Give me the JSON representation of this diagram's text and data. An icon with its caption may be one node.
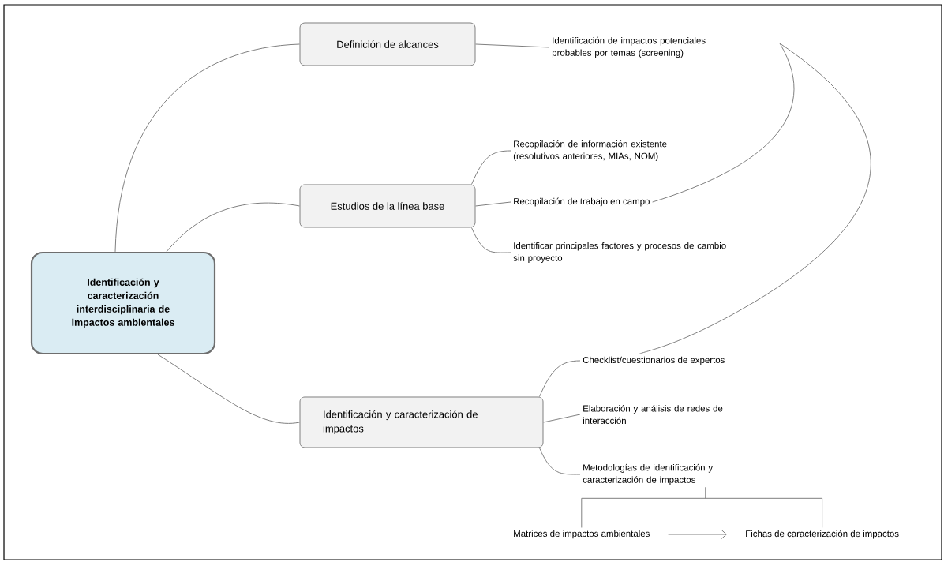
{
  "diagram": {
    "nodes": [
      {
        "text": [
          "Identificación y caracterización interdisciplinaria de impactos ambientales"
        ]
      },
      {
        "text": [
          "Definición de alcances"
        ]
      },
      {
        "text": [
          "Estudios de la línea base"
        ]
      },
      {
        "text": [
          "Identificación y caracterización de impactos"
        ]
      },
      {
        "text": [
          "Identificación de impactos potenciales probables por temas (screening)"
        ]
      },
      {
        "text": [
          "Recopilación de información existente (resolutivos anteriores, MIAs, NOM)"
        ]
      },
      {
        "text": [
          "Recopilación de trabajo en campo"
        ]
      },
      {
        "text": [
          "Identificar principales factores y procesos de cambio sin proyecto"
        ]
      },
      {
        "text": [
          "Checklist/cuestionarios de expertos"
        ]
      },
      {
        "text": [
          "Elaboración y análisis de redes de interacción"
        ]
      },
      {
        "text": [
          "Metodologías de identificación y caracterización de impactos"
        ]
      },
      {
        "text": [
          "Matrices de impactos ambientales"
        ]
      },
      {
        "text": [
          "Fichas de caracterización de impactos"
        ]
      }
    ],
    "edges": [
      {
        "from": 0,
        "to": 1,
        "arrow": "none"
      },
      {
        "from": 0,
        "to": 2,
        "arrow": "none"
      },
      {
        "from": 0,
        "to": 3,
        "arrow": "none"
      },
      {
        "from": 1,
        "to": 4,
        "arrow": "none"
      },
      {
        "from": 2,
        "to": 5,
        "arrow": "none"
      },
      {
        "from": 2,
        "to": 6,
        "arrow": "none"
      },
      {
        "from": 2,
        "to": 7,
        "arrow": "none"
      },
      {
        "from": 3,
        "to": 8,
        "arrow": "none"
      },
      {
        "from": 3,
        "to": 9,
        "arrow": "none"
      },
      {
        "from": 3,
        "to": 10,
        "arrow": "none"
      },
      {
        "from": 10,
        "to": 11,
        "arrow": "none"
      },
      {
        "from": 10,
        "to": 12,
        "arrow": "none"
      },
      {
        "from": 11,
        "to": 12,
        "arrow": "to"
      },
      {
        "from": 6,
        "to": 8,
        "arrow": "none"
      }
    ]
  }
}
